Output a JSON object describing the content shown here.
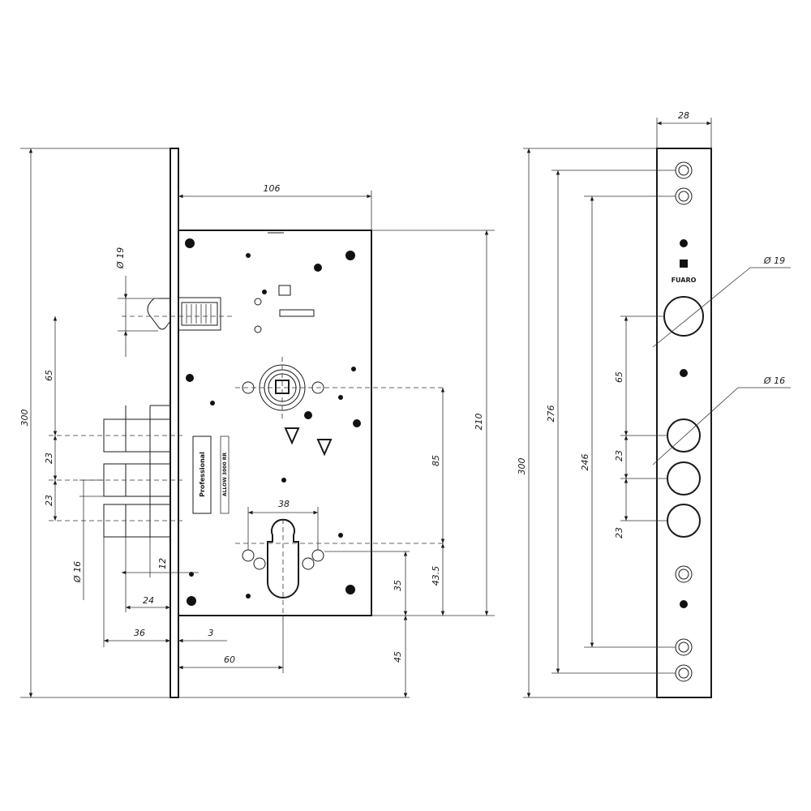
{
  "front_view": {
    "dimensions": {
      "overall_height": "300",
      "case_width": "106",
      "case_height": "210",
      "latch_diameter": "Ø 19",
      "latch_to_bolts": "65",
      "bolt_spacing_1": "23",
      "bolt_spacing_2": "23",
      "bolt_diameter": "Ø 16",
      "bolt_extension_1": "12",
      "bolt_extension_2": "24",
      "bolt_throw": "36",
      "faceplate_thickness": "3",
      "backset": "60",
      "cylinder_width": "38",
      "spindle_to_cylinder": "85",
      "cylinder_to_bottom": "43.5",
      "cylinder_to_case_bottom": "35",
      "case_to_faceplate_bottom": "45"
    },
    "case_label": {
      "brand": "Professional",
      "model": "ALLOW 3000 RR"
    }
  },
  "side_view": {
    "dimensions": {
      "width": "28",
      "overall_height": "300",
      "screw_spacing_outer": "276",
      "screw_spacing_inner": "246",
      "latch_to_bolts": "65",
      "bolt_spacing_1": "23",
      "bolt_spacing_2": "23",
      "latch_diameter": "Ø 19",
      "bolt_diameter": "Ø 16"
    },
    "brand_label": "FUARO"
  },
  "colors": {
    "line": "#1a1a1a",
    "background": "#ffffff"
  }
}
